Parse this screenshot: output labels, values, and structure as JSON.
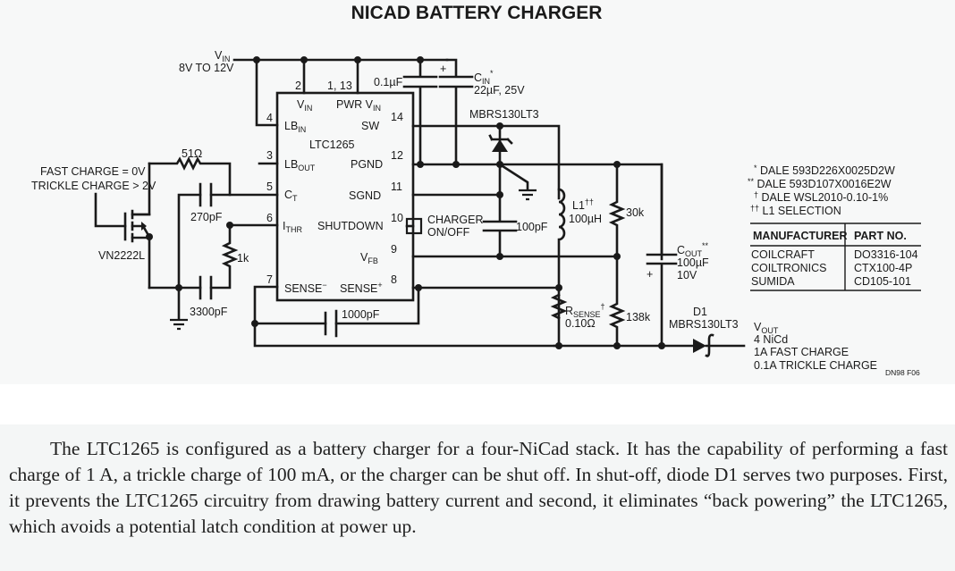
{
  "title": "NICAD BATTERY CHARGER",
  "input": {
    "label": "V",
    "label_sub": "IN",
    "range": "8V TO 12V"
  },
  "control": {
    "line1": "FAST CHARGE = 0V",
    "line2": "TRICKLE CHARGE > 2V"
  },
  "ic": {
    "name": "LTC1265",
    "pins": [
      {
        "num": "2",
        "name": "V",
        "sub": "IN"
      },
      {
        "num": "1, 13",
        "name": "PWR V",
        "sub": "IN"
      },
      {
        "num": "4",
        "name": "LB",
        "sub": "IN"
      },
      {
        "num": "14",
        "name": "SW",
        "sub": ""
      },
      {
        "num": "3",
        "name": "LB",
        "sub": "OUT"
      },
      {
        "num": "12",
        "name": "PGND",
        "sub": ""
      },
      {
        "num": "5",
        "name": "C",
        "sub": "T"
      },
      {
        "num": "11",
        "name": "SGND",
        "sub": ""
      },
      {
        "num": "6",
        "name": "I",
        "sub": "THR"
      },
      {
        "num": "10",
        "name": "SHUTDOWN",
        "sub": ""
      },
      {
        "num": "9",
        "name": "V",
        "sub": "FB"
      },
      {
        "num": "7",
        "name": "SENSE",
        "sub": "−"
      },
      {
        "num": "8",
        "name": "SENSE",
        "sub": "+"
      }
    ]
  },
  "components": {
    "r51": "51Ω",
    "c270": "270pF",
    "r1k": "1k",
    "c3300": "3300pF",
    "mosfet": "VN2222L",
    "c1000": "1000pF",
    "c01": "0.1µF",
    "cin_label": "C",
    "cin_sub": "IN",
    "cin_mark": "*",
    "cin_value": "22µF, 25V",
    "schottky": "MBRS130LT3",
    "c100p": "100pF",
    "switch_line1": "CHARGER",
    "switch_line2": "ON/OFF",
    "l1_label": "L1",
    "l1_mark": "††",
    "l1_value": "100µH",
    "r30k": "30k",
    "r138k": "138k",
    "rsense_label": "R",
    "rsense_sub": "SENSE",
    "rsense_mark": "†",
    "rsense_value": "0.10Ω",
    "cout_label": "C",
    "cout_sub": "OUT",
    "cout_mark": "**",
    "cout_value1": "100µF",
    "cout_value2": "10V",
    "d1_label": "D1",
    "d1_part": "MBRS130LT3"
  },
  "output": {
    "label": "V",
    "label_sub": "OUT",
    "line1": "4 NiCd",
    "line2": "1A FAST CHARGE",
    "line3": "0.1A TRICKLE CHARGE"
  },
  "notes": [
    {
      "mark": "*",
      "text": "DALE 593D226X0025D2W"
    },
    {
      "mark": "**",
      "text": "DALE 593D107X0016E2W"
    },
    {
      "mark": "†",
      "text": "DALE WSL2010-0.10-1%"
    },
    {
      "mark": "††",
      "text": "L1 SELECTION"
    }
  ],
  "l1_table": {
    "headers": [
      "MANUFACTURER",
      "PART NO."
    ],
    "rows": [
      [
        "COILCRAFT",
        "DO3316-104"
      ],
      [
        "COILTRONICS",
        "CTX100-4P"
      ],
      [
        "SUMIDA",
        "CD105-101"
      ]
    ]
  },
  "figure_id": "DN98 F06",
  "paragraph": "The LTC1265 is configured as a battery charger for a four-NiCad stack. It has the capability of performing a fast charge of 1 A, a trickle charge of 100 mA, or the charger can be shut off. In shut-off, diode D1 serves two purposes. First, it prevents the LTC1265 circuitry from drawing battery current and second, it eliminates “back powering” the LTC1265, which avoids a potential latch condition at power up."
}
